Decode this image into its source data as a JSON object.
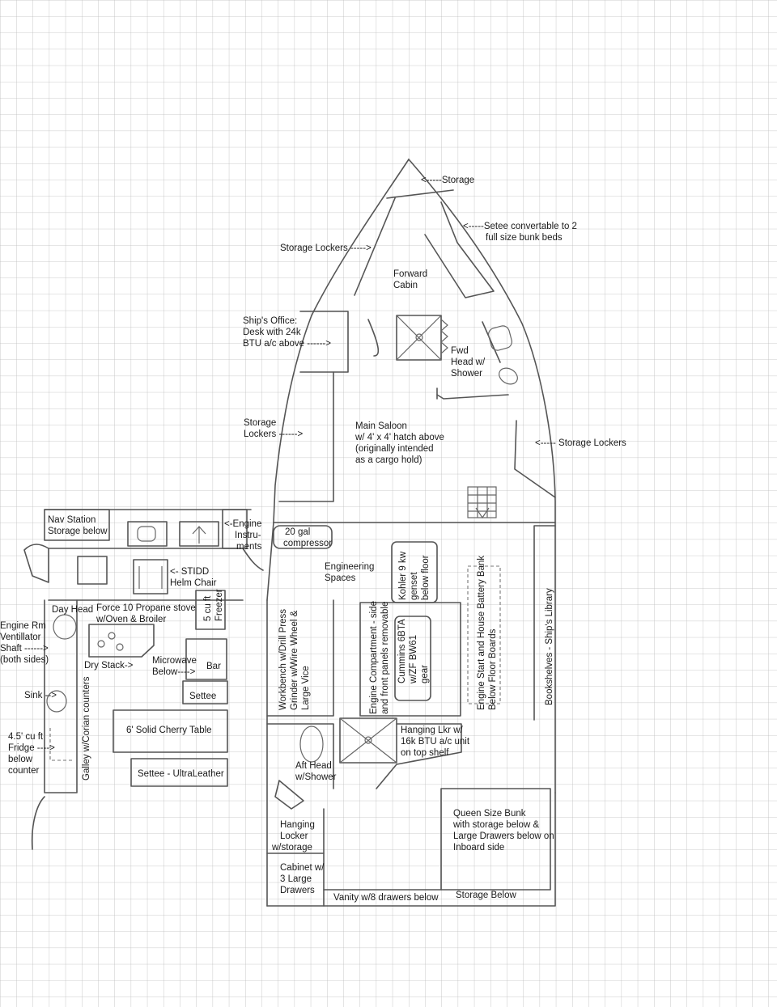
{
  "labels": {
    "storage_bow": "<-----Storage",
    "setee_1": "<-----Setee convertable to 2",
    "setee_2": "full size bunk beds",
    "storage_lockers_fwd": "Storage Lockers ----->",
    "forward_cabin_1": "Forward",
    "forward_cabin_2": "Cabin",
    "office_1": "Ship's Office:",
    "office_2": "Desk with 24k",
    "office_3": "BTU a/c above ------>",
    "fwd_head_1": "Fwd",
    "fwd_head_2": "Head w/",
    "fwd_head_3": "Shower",
    "storage_lockers_port_1": "Storage",
    "storage_lockers_port_2": "Lockers  ------>",
    "saloon_1": "Main Saloon",
    "saloon_2": "w/ 4' x 4' hatch above",
    "saloon_3": "(originally intended",
    "saloon_4": "as a cargo hold)",
    "storage_lockers_stbd": "<----- Storage Lockers",
    "nav_1": "Nav Station",
    "nav_2": "Storage below",
    "engine_instr_1": "<-Engine",
    "engine_instr_2": "Instru-",
    "engine_instr_3": "ments",
    "compressor_1": "20 gal",
    "compressor_2": "compressor",
    "engineering_1": "Engineering",
    "engineering_2": "Spaces",
    "kohler_1": "Kohler 9 kw",
    "kohler_2": "genset",
    "kohler_3": "below floor",
    "stidd_1": "<- STIDD",
    "stidd_2": "Helm Chair",
    "freezer_1": "5 cu ft",
    "freezer_2": "Freezer",
    "day_head": "Day Head",
    "stove_1": "Force 10 Propane stove",
    "stove_2": "w/Oven & Broiler",
    "vent_1": "Engine Rm",
    "vent_2": "Ventillator",
    "vent_3": "Shaft ------>",
    "vent_4": "(both sides)",
    "dry_stack": "Dry Stack->",
    "microwave_1": "Microwave",
    "microwave_2": "Below---->",
    "bar": "Bar",
    "settee": "Settee",
    "sink": "Sink -->",
    "galley": "Galley w/Corian counters",
    "table": "6' Solid Cherry Table",
    "fridge_1": "4.5' cu ft",
    "fridge_2": "Fridge ---->",
    "fridge_3": "below",
    "fridge_4": "counter",
    "settee_ul": "Settee - UltraLeather",
    "workbench_1": "Workbench w/Drill Press",
    "workbench_2": "Grinder w/Wire Wheel &",
    "workbench_3": "Large Vice",
    "engine_comp_1": "Engine Compartment - side",
    "engine_comp_2": "and front panels removable",
    "cummins_1": "Cummins 6BTA",
    "cummins_2": "w/ZF BW61",
    "cummins_3": "gear",
    "battery_1": "Engine Start and House Battery Bank",
    "battery_2": "Below Floor Boards",
    "library": "Bookshelves - Ship's Library",
    "hanging_lkr_1": "Hanging Lkr w/",
    "hanging_lkr_2": "16k BTU a/c unit",
    "hanging_lkr_3": "on top shelf",
    "aft_head_1": "Aft Head",
    "aft_head_2": "w/Shower",
    "queen_1": "Queen Size Bunk",
    "queen_2": "with storage below &",
    "queen_3": "Large Drawers below on",
    "queen_4": "Inboard side",
    "hanging_locker_1": "Hanging",
    "hanging_locker_2": "Locker",
    "hanging_locker_3": "w/storage",
    "cabinet_1": "Cabinet w/",
    "cabinet_2": "3 Large",
    "cabinet_3": "Drawers",
    "vanity": "Vanity w/8 drawers below",
    "storage_below": "Storage Below"
  }
}
